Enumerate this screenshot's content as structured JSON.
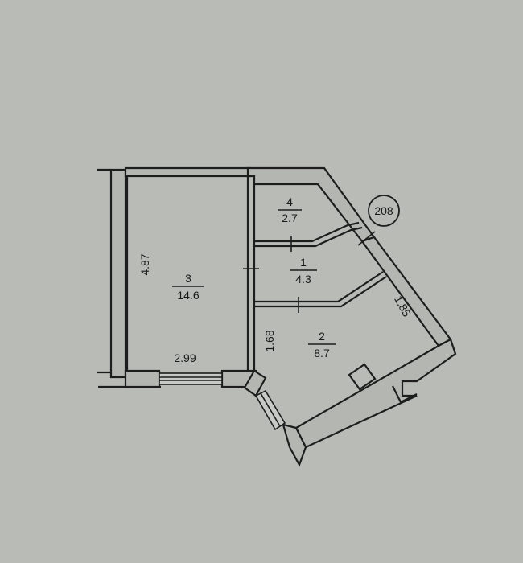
{
  "plan": {
    "apartment_number": "208",
    "rooms": [
      {
        "id": "room-4",
        "number": "4",
        "area": "2.7"
      },
      {
        "id": "room-1",
        "number": "1",
        "area": "4.3"
      },
      {
        "id": "room-3",
        "number": "3",
        "area": "14.6"
      },
      {
        "id": "room-2",
        "number": "2",
        "area": "8.7"
      }
    ],
    "dimensions": {
      "room3_height": "4.87",
      "room3_width": "2.99",
      "room2_left": "1.68",
      "room2_diagonal": "1.85"
    }
  }
}
